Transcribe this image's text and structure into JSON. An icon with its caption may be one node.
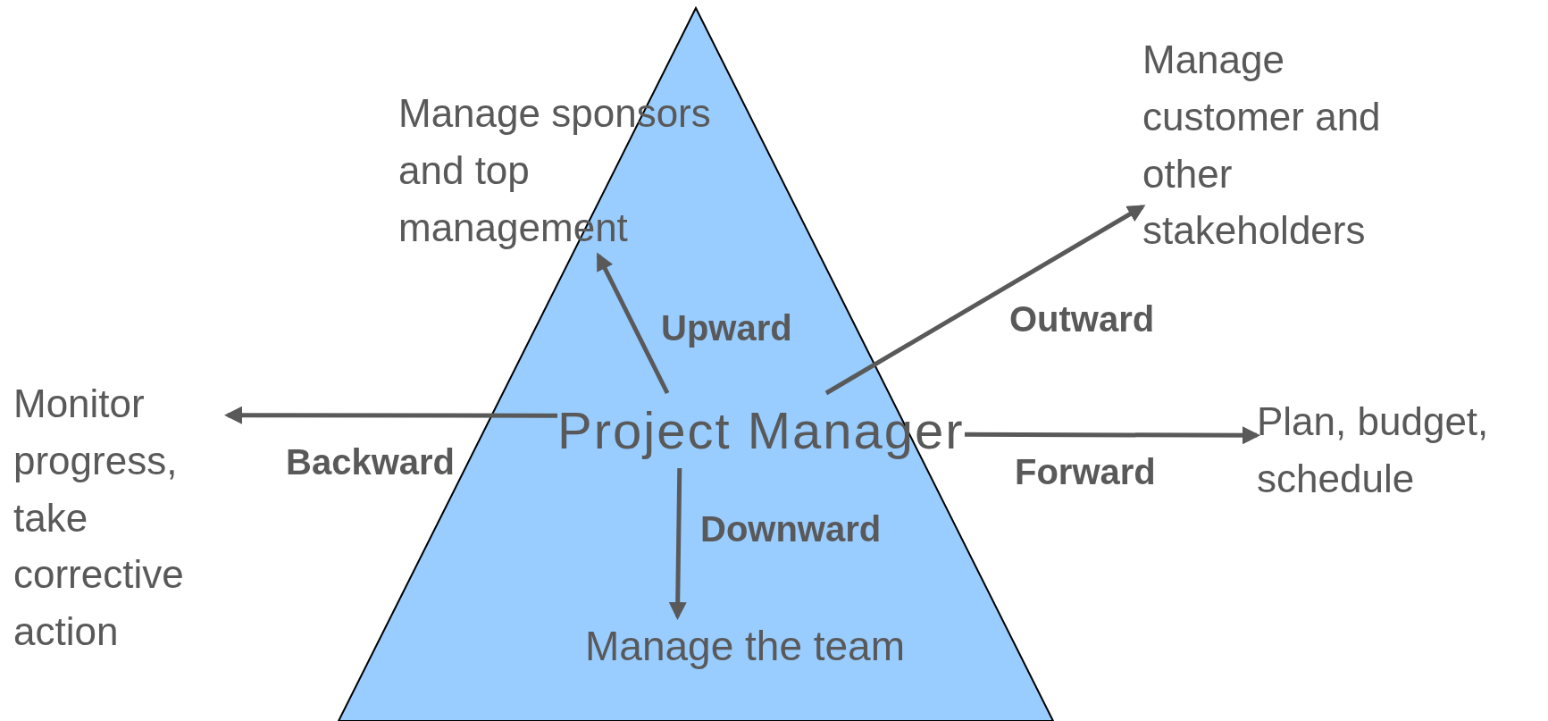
{
  "diagram": {
    "nodes": [
      {
        "text": [
          "Project Manager"
        ]
      },
      {
        "text": [
          "Manage sponsors and top management"
        ]
      },
      {
        "text": [
          "Manage customer and other stakeholders"
        ]
      },
      {
        "text": [
          "Monitor progress, take corrective action"
        ]
      },
      {
        "text": [
          "Plan, budget, schedule"
        ]
      },
      {
        "text": [
          "Manage the team"
        ]
      }
    ],
    "edges": [
      {
        "from": 0,
        "to": 1,
        "arrow": "to",
        "label": "Upward"
      },
      {
        "from": 0,
        "to": 2,
        "arrow": "to",
        "label": "Outward"
      },
      {
        "from": 0,
        "to": 3,
        "arrow": "to",
        "label": "Backward"
      },
      {
        "from": 0,
        "to": 4,
        "arrow": "to",
        "label": "Forward"
      },
      {
        "from": 0,
        "to": 5,
        "arrow": "to",
        "label": "Downward"
      }
    ]
  }
}
